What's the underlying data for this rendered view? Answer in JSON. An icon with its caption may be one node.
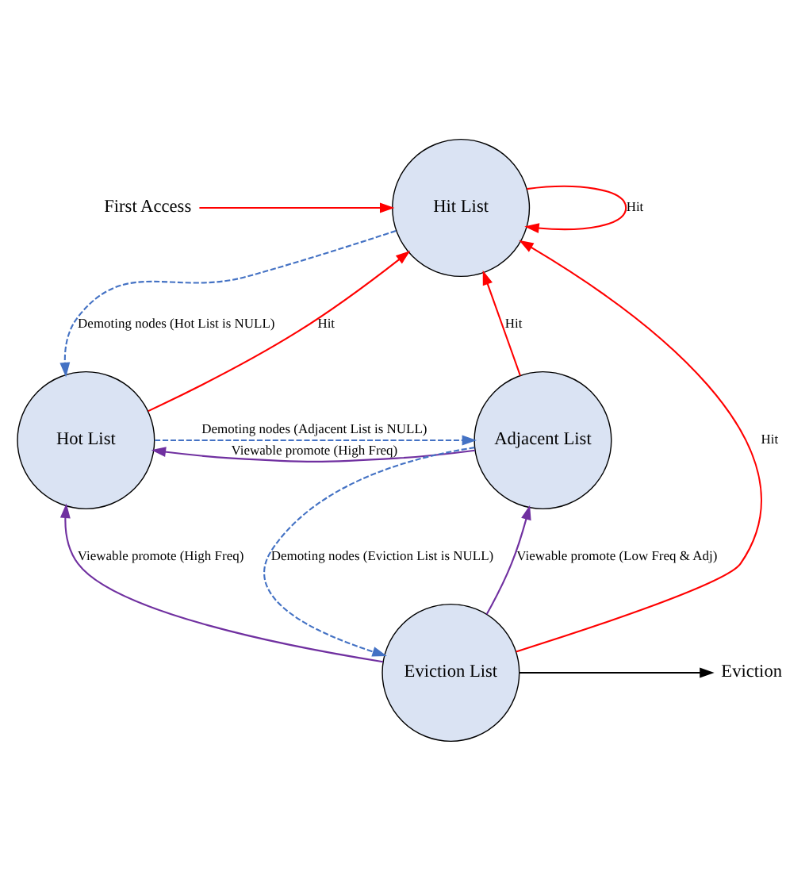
{
  "diagram": {
    "nodes": [
      {
        "text": [
          "Hit List"
        ]
      },
      {
        "text": [
          "Adjacent List"
        ]
      },
      {
        "text": [
          "Hot List"
        ]
      },
      {
        "text": [
          "Eviction List"
        ]
      },
      {
        "text": [
          "First Access"
        ]
      },
      {
        "text": [
          "Eviction"
        ]
      }
    ],
    "edges": [
      {
        "from": 0,
        "to": 0,
        "arrow": "to",
        "label": "Hit"
      },
      {
        "from": 4,
        "to": 0,
        "arrow": "to"
      },
      {
        "from": 1,
        "to": 0,
        "arrow": "to",
        "label": "Hit"
      },
      {
        "from": 2,
        "to": 0,
        "arrow": "to",
        "label": "Hit"
      },
      {
        "from": 3,
        "to": 0,
        "arrow": "to",
        "label": "Hit"
      },
      {
        "from": 0,
        "to": 2,
        "arrow": "to",
        "label": "Demoting nodes (Hot List is NULL)",
        "style": "dashed",
        "color": "#4472c4"
      },
      {
        "from": 1,
        "to": 2,
        "arrow": "to",
        "label": "Viewable promote (High Freq)",
        "color": "#7030a0"
      },
      {
        "from": 2,
        "to": 1,
        "arrow": "to",
        "label": "Demoting nodes (Adjacent List is NULL)",
        "style": "dashed",
        "color": "#4472c4"
      },
      {
        "from": 1,
        "to": 3,
        "arrow": "to",
        "label": "Demoting nodes (Eviction List is NULL)",
        "style": "dashed",
        "color": "#4472c4"
      },
      {
        "from": 3,
        "to": 1,
        "arrow": "to",
        "label": "Viewable promote (Low Freq & Adj)",
        "color": "#7030a0"
      },
      {
        "from": 3,
        "to": 2,
        "arrow": "to",
        "label": "Viewable promote (High Freq)",
        "color": "#7030a0"
      },
      {
        "from": 3,
        "to": 5,
        "arrow": "to",
        "color": "#000000"
      }
    ]
  }
}
